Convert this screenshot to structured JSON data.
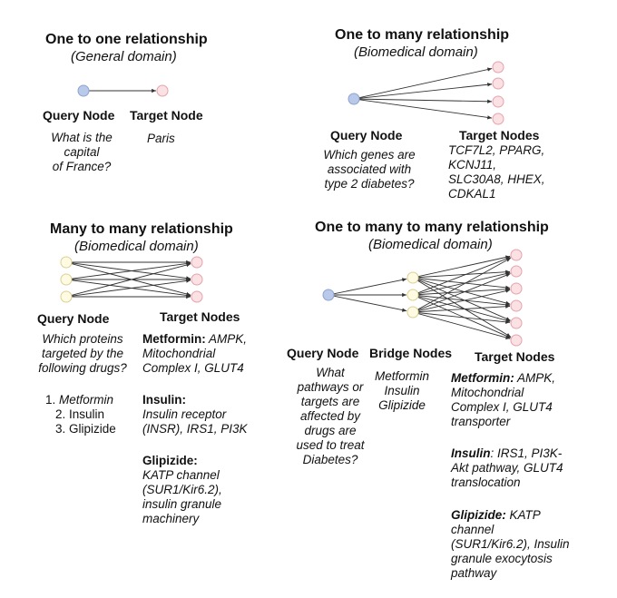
{
  "colors": {
    "query_fill": "#b9c9ea",
    "query_stroke": "#8ea3cf",
    "target_fill": "#fbe1e4",
    "target_stroke": "#e2a4ac",
    "bridge_fill": "#fffbe3",
    "bridge_stroke": "#dccf95",
    "edge": "#333333"
  },
  "p1": {
    "title": "One to one relationship",
    "subtitle": "(General domain)",
    "query_label": "Query Node",
    "target_label": "Target Node",
    "question": [
      "What is the",
      "capital",
      "of France?"
    ],
    "answer": "Paris"
  },
  "p2": {
    "title": "One to many relationship",
    "subtitle": "(Biomedical domain)",
    "query_label": "Query Node",
    "target_label": "Target Nodes",
    "question": [
      "Which genes are",
      "associated with",
      "type 2 diabetes?"
    ],
    "answer": [
      "TCF7L2, PPARG,",
      "KCNJ11,",
      "SLC30A8, HHEX,",
      "CDKAL1"
    ]
  },
  "p3": {
    "title": "Many to many relationship",
    "subtitle": "(Biomedical domain)",
    "query_label": "Query Node",
    "target_label": "Target Nodes",
    "question": [
      "Which proteins",
      "targeted by the",
      "following drugs?"
    ],
    "drugs": [
      {
        "num": "1.",
        "name": "Metformin"
      },
      {
        "num": "2.",
        "name": "Insulin"
      },
      {
        "num": "3.",
        "name": "Glipizide"
      }
    ],
    "answers": [
      {
        "drug": "Metformin:",
        "lines": [
          " AMPK,",
          "Mitochondrial",
          "Complex I, GLUT4"
        ]
      },
      {
        "drug": "Insulin:",
        "lines": [
          "Insulin receptor",
          "(INSR), IRS1, PI3K"
        ]
      },
      {
        "drug": "Glipizide:",
        "lines": [
          "KATP channel",
          "(SUR1/Kir6.2),",
          "insulin granule",
          "machinery"
        ]
      }
    ]
  },
  "p4": {
    "title": "One to many to many relationship",
    "subtitle": "(Biomedical domain)",
    "query_label": "Query Node",
    "bridge_label": "Bridge Nodes",
    "target_label": "Target Nodes",
    "question": [
      "What",
      "pathways or",
      "targets are",
      "affected by",
      "drugs are",
      "used to treat",
      "Diabetes?"
    ],
    "bridges": [
      "Metformin",
      "Insulin",
      "Glipizide"
    ],
    "answers": [
      {
        "drug": "Metformin:",
        "lines": [
          " AMPK,",
          "Mitochondrial",
          "Complex I, GLUT4",
          "transporter"
        ]
      },
      {
        "drug": "Insulin",
        "lines": [
          ": IRS1, PI3K-",
          "Akt pathway, GLUT4",
          "translocation"
        ]
      },
      {
        "drug": "Glipizide:",
        "lines": [
          " KATP",
          "channel",
          "(SUR1/Kir6.2), Insulin",
          "granule exocytosis",
          "pathway"
        ]
      }
    ]
  }
}
